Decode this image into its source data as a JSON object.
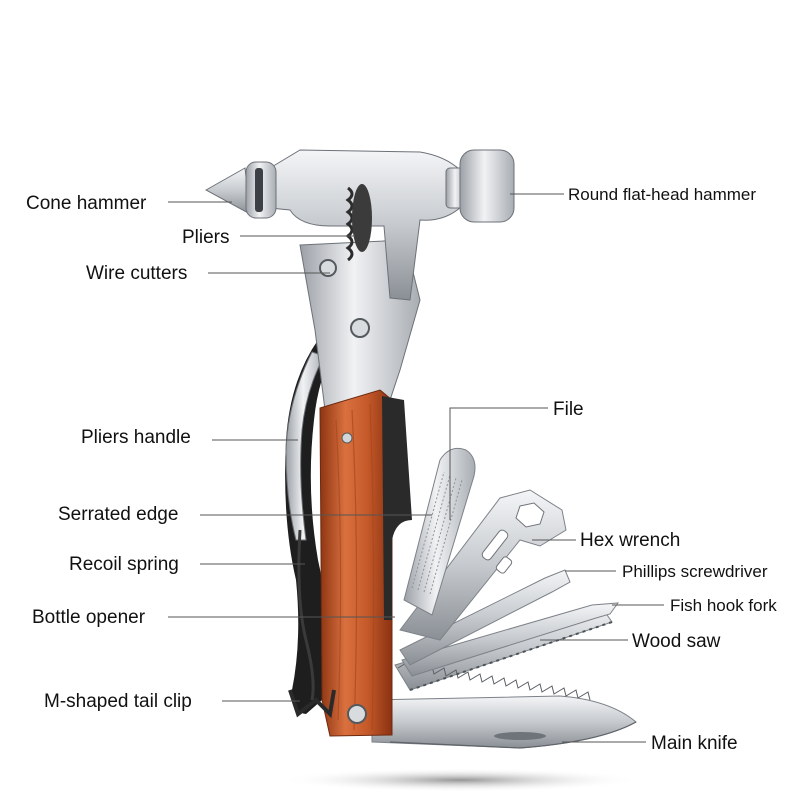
{
  "labels": {
    "cone_hammer": "Cone hammer",
    "pliers": "Pliers",
    "wire_cutters": "Wire cutters",
    "pliers_handle": "Pliers handle",
    "serrated_edge": "Serrated edge",
    "recoil_spring": "Recoil spring",
    "bottle_opener": "Bottle opener",
    "m_tail_clip": "M-shaped tail clip",
    "round_hammer": "Round flat-head hammer",
    "file": "File",
    "hex_wrench": "Hex wrench",
    "phillips": "Phillips screwdriver",
    "fish_hook": "Fish hook fork",
    "wood_saw": "Wood saw",
    "main_knife": "Main knife"
  },
  "colors": {
    "steel_light": "#e6e8eb",
    "steel_mid": "#b9bdc2",
    "steel_dark": "#6d7278",
    "wood_light": "#d9703e",
    "wood_dark": "#9a3a17",
    "handle_black": "#1e1e1e",
    "leader": "#555555",
    "text": "#111111"
  }
}
